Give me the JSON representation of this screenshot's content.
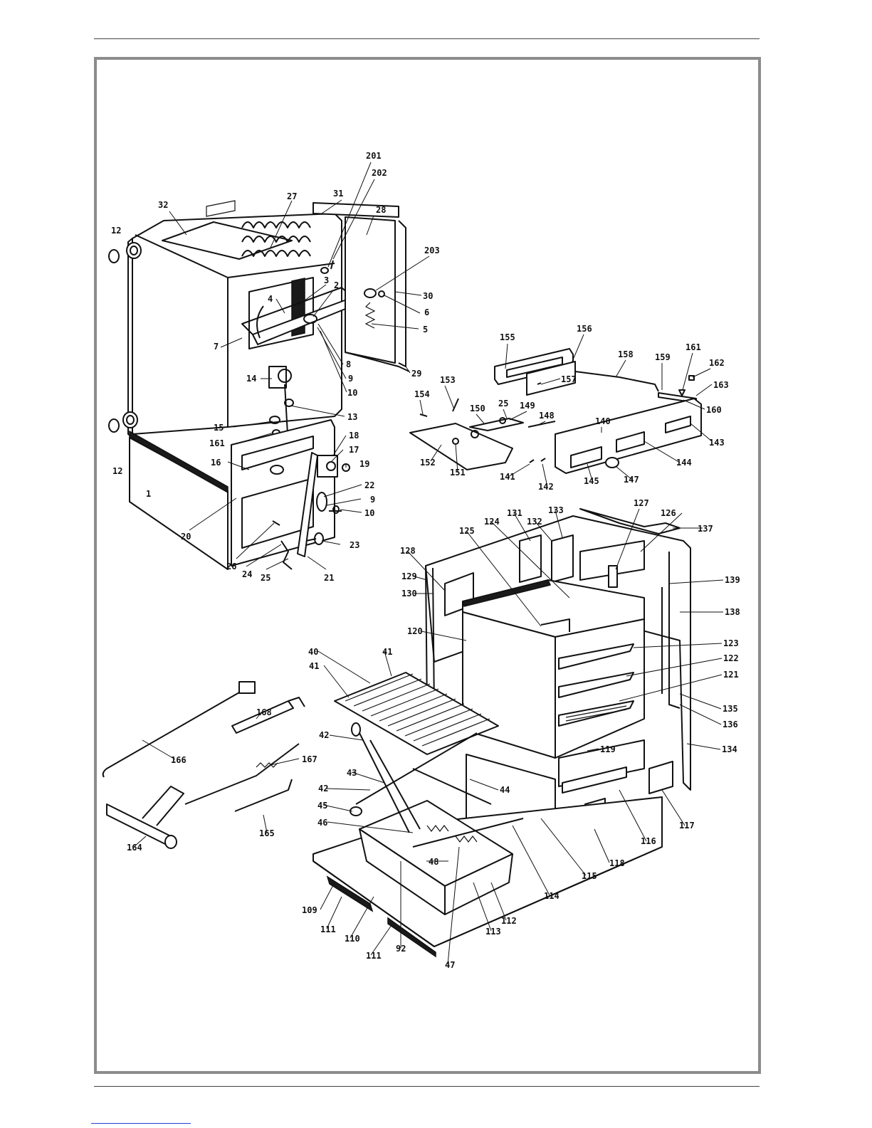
{
  "callouts": [
    {
      "id": "c201",
      "text": "201"
    },
    {
      "id": "c202",
      "text": "202"
    },
    {
      "id": "c31",
      "text": "31"
    },
    {
      "id": "c27",
      "text": "27"
    },
    {
      "id": "c28",
      "text": "28"
    },
    {
      "id": "c32",
      "text": "32"
    },
    {
      "id": "c12a",
      "text": "12"
    },
    {
      "id": "c203",
      "text": "203"
    },
    {
      "id": "c30",
      "text": "30"
    },
    {
      "id": "c6",
      "text": "6"
    },
    {
      "id": "c4",
      "text": "4"
    },
    {
      "id": "c3",
      "text": "3"
    },
    {
      "id": "c2",
      "text": "2"
    },
    {
      "id": "c5",
      "text": "5"
    },
    {
      "id": "c7",
      "text": "7"
    },
    {
      "id": "c8",
      "text": "8"
    },
    {
      "id": "c9a",
      "text": "9"
    },
    {
      "id": "c29",
      "text": "29"
    },
    {
      "id": "c10a",
      "text": "10"
    },
    {
      "id": "c14",
      "text": "14"
    },
    {
      "id": "c13",
      "text": "13"
    },
    {
      "id": "c15",
      "text": "15"
    },
    {
      "id": "c161a",
      "text": "161"
    },
    {
      "id": "c18",
      "text": "18"
    },
    {
      "id": "c17",
      "text": "17"
    },
    {
      "id": "c16",
      "text": "16"
    },
    {
      "id": "c19",
      "text": "19"
    },
    {
      "id": "c12b",
      "text": "12"
    },
    {
      "id": "c1",
      "text": "1"
    },
    {
      "id": "c22",
      "text": "22"
    },
    {
      "id": "c9b",
      "text": "9"
    },
    {
      "id": "c10b",
      "text": "10"
    },
    {
      "id": "c20",
      "text": "20"
    },
    {
      "id": "c23",
      "text": "23"
    },
    {
      "id": "c26",
      "text": "26"
    },
    {
      "id": "c24",
      "text": "24"
    },
    {
      "id": "c25a",
      "text": "25"
    },
    {
      "id": "c21",
      "text": "21"
    },
    {
      "id": "c155",
      "text": "155"
    },
    {
      "id": "c156",
      "text": "156"
    },
    {
      "id": "c158",
      "text": "158"
    },
    {
      "id": "c159",
      "text": "159"
    },
    {
      "id": "c161b",
      "text": "161"
    },
    {
      "id": "c162",
      "text": "162"
    },
    {
      "id": "c163",
      "text": "163"
    },
    {
      "id": "c157",
      "text": "157"
    },
    {
      "id": "c160",
      "text": "160"
    },
    {
      "id": "c153",
      "text": "153"
    },
    {
      "id": "c154",
      "text": "154"
    },
    {
      "id": "c25b",
      "text": "25"
    },
    {
      "id": "c149",
      "text": "149"
    },
    {
      "id": "c150",
      "text": "150"
    },
    {
      "id": "c148",
      "text": "148"
    },
    {
      "id": "c140",
      "text": "140"
    },
    {
      "id": "c143",
      "text": "143"
    },
    {
      "id": "c152",
      "text": "152"
    },
    {
      "id": "c151",
      "text": "151"
    },
    {
      "id": "c141",
      "text": "141"
    },
    {
      "id": "c142",
      "text": "142"
    },
    {
      "id": "c145",
      "text": "145"
    },
    {
      "id": "c147",
      "text": "147"
    },
    {
      "id": "c144",
      "text": "144"
    },
    {
      "id": "c127",
      "text": "127"
    },
    {
      "id": "c126",
      "text": "126"
    },
    {
      "id": "c131",
      "text": "131"
    },
    {
      "id": "c133",
      "text": "133"
    },
    {
      "id": "c125",
      "text": "125"
    },
    {
      "id": "c124",
      "text": "124"
    },
    {
      "id": "c132",
      "text": "132"
    },
    {
      "id": "c137",
      "text": "137"
    },
    {
      "id": "c128",
      "text": "128"
    },
    {
      "id": "c129",
      "text": "129"
    },
    {
      "id": "c130",
      "text": "130"
    },
    {
      "id": "c139",
      "text": "139"
    },
    {
      "id": "c138",
      "text": "138"
    },
    {
      "id": "c120",
      "text": "120"
    },
    {
      "id": "c123",
      "text": "123"
    },
    {
      "id": "c40",
      "text": "40"
    },
    {
      "id": "c41a",
      "text": "41"
    },
    {
      "id": "c41b",
      "text": "41"
    },
    {
      "id": "c122",
      "text": "122"
    },
    {
      "id": "c121",
      "text": "121"
    },
    {
      "id": "c135",
      "text": "135"
    },
    {
      "id": "c136",
      "text": "136"
    },
    {
      "id": "c168",
      "text": "168"
    },
    {
      "id": "c42a",
      "text": "42"
    },
    {
      "id": "c134",
      "text": "134"
    },
    {
      "id": "c166",
      "text": "166"
    },
    {
      "id": "c119",
      "text": "119"
    },
    {
      "id": "c167",
      "text": "167"
    },
    {
      "id": "c43",
      "text": "43"
    },
    {
      "id": "c42b",
      "text": "42"
    },
    {
      "id": "c44",
      "text": "44"
    },
    {
      "id": "c45",
      "text": "45"
    },
    {
      "id": "c117",
      "text": "117"
    },
    {
      "id": "c46",
      "text": "46"
    },
    {
      "id": "c116",
      "text": "116"
    },
    {
      "id": "c165",
      "text": "165"
    },
    {
      "id": "c164",
      "text": "164"
    },
    {
      "id": "c48",
      "text": "48"
    },
    {
      "id": "c118",
      "text": "118"
    },
    {
      "id": "c115",
      "text": "115"
    },
    {
      "id": "c109",
      "text": "109"
    },
    {
      "id": "c114",
      "text": "114"
    },
    {
      "id": "c112",
      "text": "112"
    },
    {
      "id": "c111a",
      "text": "111"
    },
    {
      "id": "c113",
      "text": "113"
    },
    {
      "id": "c110",
      "text": "110"
    },
    {
      "id": "c111b",
      "text": "111"
    },
    {
      "id": "c92",
      "text": "92"
    },
    {
      "id": "c47",
      "text": "47"
    }
  ]
}
